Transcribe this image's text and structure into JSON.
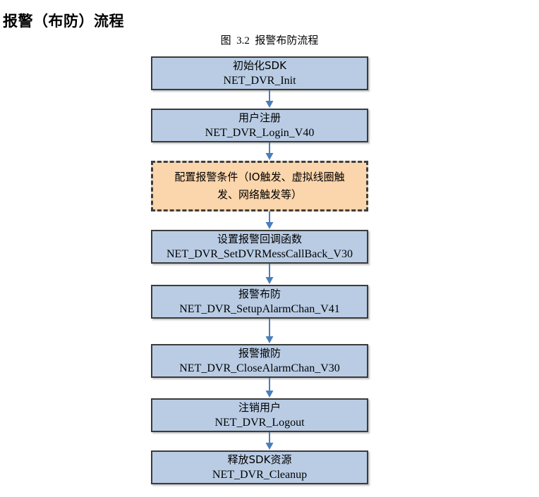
{
  "page": {
    "title": "报警（布防）流程",
    "figure_caption": "图  3.2  报警布防流程"
  },
  "colors": {
    "process_fill": "#b9cce4",
    "process_border": "#3b3b3b",
    "config_fill": "#fbd5ab",
    "config_border": "#3f3f3f",
    "arrow": "#4a7ebb",
    "text": "#000000",
    "background": "#ffffff"
  },
  "flowchart": {
    "type": "flowchart",
    "orientation": "vertical",
    "nodes": [
      {
        "id": "init-sdk",
        "kind": "process",
        "title_cn": "初始化SDK",
        "api": "NET_DVR_Init"
      },
      {
        "id": "user-login",
        "kind": "process",
        "title_cn": "用户注册",
        "api": "NET_DVR_Login_V40"
      },
      {
        "id": "configure-alarm-conditions",
        "kind": "config",
        "title_cn": "配置报警条件（IO触发、虚拟线圈触发、网络触发等）",
        "api": ""
      },
      {
        "id": "set-alarm-callback",
        "kind": "process",
        "title_cn": "设置报警回调函数",
        "api": "NET_DVR_SetDVRMessCallBack_V30"
      },
      {
        "id": "setup-alarm-chan",
        "kind": "process",
        "title_cn": "报警布防",
        "api": "NET_DVR_SetupAlarmChan_V41"
      },
      {
        "id": "close-alarm-chan",
        "kind": "process",
        "title_cn": "报警撤防",
        "api": "NET_DVR_CloseAlarmChan_V30"
      },
      {
        "id": "logout",
        "kind": "process",
        "title_cn": "注销用户",
        "api": "NET_DVR_Logout"
      },
      {
        "id": "cleanup",
        "kind": "process",
        "title_cn": "释放SDK资源",
        "api": "NET_DVR_Cleanup"
      }
    ],
    "edges": [
      {
        "from": "init-sdk",
        "to": "user-login"
      },
      {
        "from": "user-login",
        "to": "configure-alarm-conditions"
      },
      {
        "from": "configure-alarm-conditions",
        "to": "set-alarm-callback"
      },
      {
        "from": "set-alarm-callback",
        "to": "setup-alarm-chan"
      },
      {
        "from": "setup-alarm-chan",
        "to": "close-alarm-chan"
      },
      {
        "from": "close-alarm-chan",
        "to": "logout"
      },
      {
        "from": "logout",
        "to": "cleanup"
      }
    ]
  }
}
